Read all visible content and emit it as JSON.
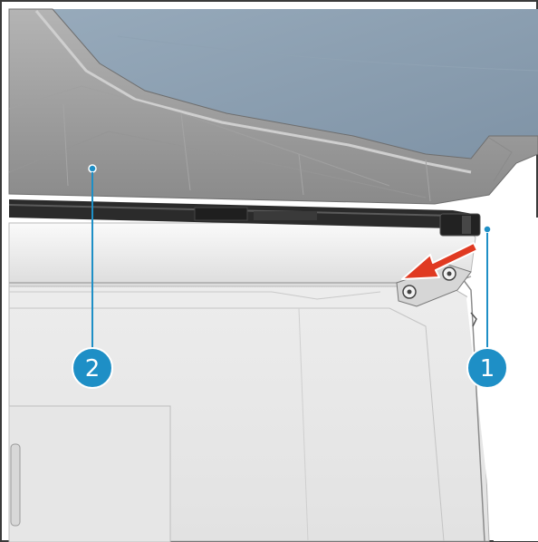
{
  "figure": {
    "background": "#ffffff",
    "frame_color": "#3a3a3a"
  },
  "callouts": [
    {
      "id": "callout-1",
      "label": "1",
      "color": "#1e8fc6"
    },
    {
      "id": "callout-2",
      "label": "2",
      "color": "#1e8fc6"
    }
  ],
  "colors": {
    "panel_blue_gray": "#8fa3b4",
    "frame_gray": "#9c9c9c",
    "frame_dark": "#7a7a7a",
    "body_light": "#e8e8e8",
    "rail_dark": "#2b2b2b",
    "arrow_red": "#e03a22"
  }
}
